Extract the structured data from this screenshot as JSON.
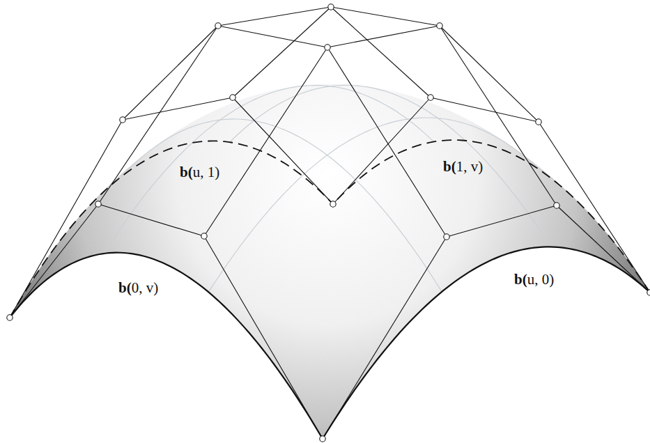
{
  "diagram": {
    "labels": [
      "b(u, 1)",
      "b(1, v)",
      "b(0, v)",
      "b(u, 0)"
    ]
  }
}
